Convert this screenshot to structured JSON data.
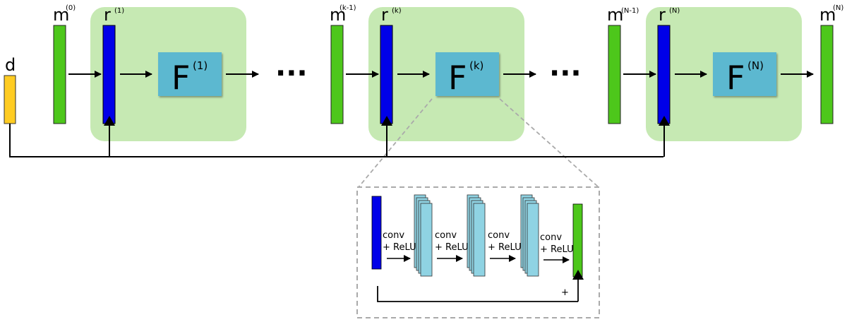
{
  "colors": {
    "block_bg": "#c6e9b3",
    "residual": "#0000e8",
    "model": "#4dc71b",
    "data": "#ffcc22",
    "net": "#5cb8d0",
    "featuremap": "#8fd3e3",
    "arrow": "#000000",
    "zoom": "#aaaaaa"
  },
  "labels": {
    "d": "d",
    "m": "m",
    "r": "r",
    "F": "F",
    "sup_m0": "(0)",
    "sup_mk1": "(k-1)",
    "sup_mN1": "(N-1)",
    "sup_mN": "(N)",
    "sup_1": "(1)",
    "sup_k": "(k)",
    "sup_N": "(N)",
    "ellipsis": "···"
  },
  "inset": {
    "conv": "conv",
    "relu": "+ ReLU",
    "plus": "+"
  }
}
